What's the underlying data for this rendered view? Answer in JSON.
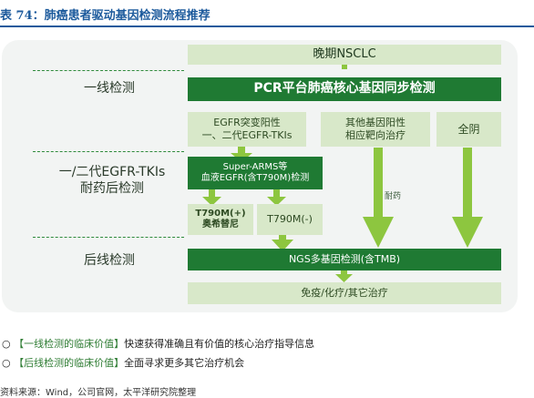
{
  "title": "表 74：肺癌患者驱动基因检测流程推荐",
  "stages": {
    "first_line": "一线检测",
    "tki_resistant": [
      "一/二代EGFR-TKIs",
      "耐药后检测"
    ],
    "later_line": "后线检测"
  },
  "nodes": {
    "late_nsclc": "晚期NSCLC",
    "pcr_test": "PCR平台肺癌核心基因同步检测",
    "egfr_positive": [
      "EGFR突变阳性",
      "一、二代EGFR-TKIs"
    ],
    "other_positive": [
      "其他基因阳性",
      "相应靶向治疗"
    ],
    "all_negative": "全阴",
    "super_arms": [
      "Super-ARMS等",
      "血液EGFR(含T790M)检测"
    ],
    "t790m_pos": [
      "T790M(+)",
      "奥希替尼"
    ],
    "t790m_neg": "T790M(-)",
    "ngs_test": "NGS多基因检测(含TMB)",
    "therapy": "免疫/化疗/其它治疗"
  },
  "arrow_label": "耐药",
  "notes": [
    {
      "bracket": "【一线检测的临床价值】",
      "text": "快速获得准确且有价值的核心治疗指导信息"
    },
    {
      "bracket": "【后线检测的临床价值】",
      "text": "全面寻求更多其它治疗机会"
    }
  ],
  "source": "资料来源：Wind，公司官网，太平洋研究院整理",
  "colors": {
    "dark_green": "#1f7a33",
    "light_green": "#d8e8c9",
    "arrow": "#8dc63f",
    "title_blue": "#1c5a9c"
  }
}
